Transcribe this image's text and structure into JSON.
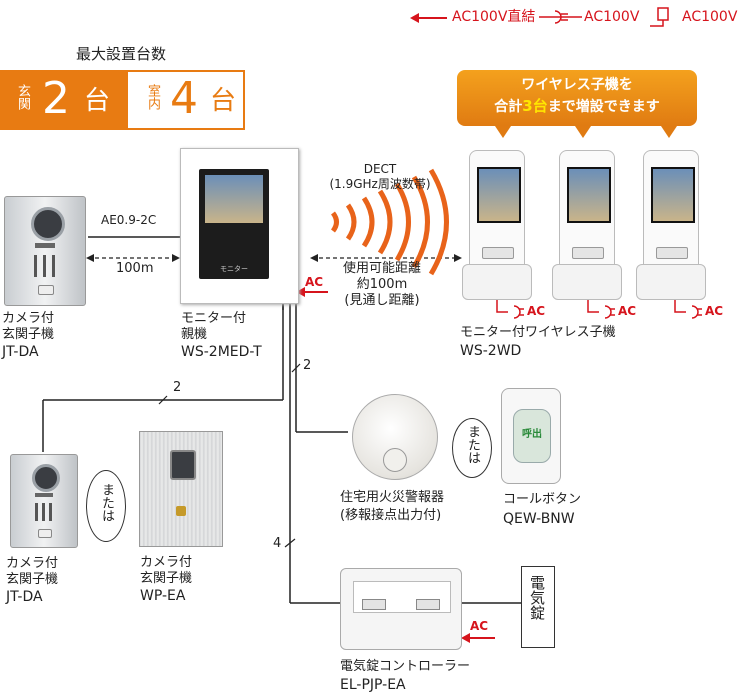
{
  "legend": {
    "direct": "AC100V直結",
    "plug": "AC100V",
    "adapter": "AC100V",
    "color_red": "#d6141c"
  },
  "max_units": {
    "title": "最大設置台数",
    "entrance_label": "玄関",
    "entrance_count": "2",
    "entrance_unit": "台",
    "indoor_label": "室内",
    "indoor_count": "4",
    "indoor_unit": "台",
    "color_orange": "#e87b12"
  },
  "wireless_banner": {
    "line1": "ワイヤレス子機を",
    "line2_prefix": "合計",
    "line2_highlight": "3台",
    "line2_suffix": "まで増設できます",
    "highlight_color": "#ffe600"
  },
  "dect": {
    "line1": "DECT",
    "line2": "(1.9GHz周波数帯)",
    "range_line1": "使用可能距離",
    "range_line2": "約100m",
    "range_line3": "(見通し距離)"
  },
  "cable": {
    "type": "AE0.9-2C",
    "length": "100m",
    "wires_2a": "2",
    "wires_2b": "2",
    "wires_4": "4"
  },
  "ac_labels": [
    "AC",
    "AC",
    "AC",
    "AC",
    "AC"
  ],
  "devices": {
    "door_top": {
      "line1": "カメラ付",
      "line2": "玄関子機",
      "model": "JT-DA"
    },
    "monitor": {
      "line1": "モニター付",
      "line2": "親機",
      "model": "WS-2MED-T",
      "screen_caption": "モニター"
    },
    "wireless": {
      "line1": "モニター付ワイヤレス子機",
      "model": "WS-2WD"
    },
    "door_bottom": {
      "line1": "カメラ付",
      "line2": "玄関子機",
      "model": "JT-DA"
    },
    "door_wp": {
      "line1": "カメラ付",
      "line2": "玄関子機",
      "model": "WP-EA"
    },
    "fire_alarm": {
      "line1": "住宅用火災警報器",
      "line2": "(移報接点出力付)"
    },
    "call_button": {
      "line1": "コールボタン",
      "model": "QEW-BNW",
      "face": "呼出"
    },
    "lock_controller": {
      "line1": "電気錠コントローラー",
      "model": "EL-PJP-EA"
    },
    "electric_lock": {
      "label": "電気錠"
    }
  },
  "or_labels": [
    "または",
    "または"
  ]
}
